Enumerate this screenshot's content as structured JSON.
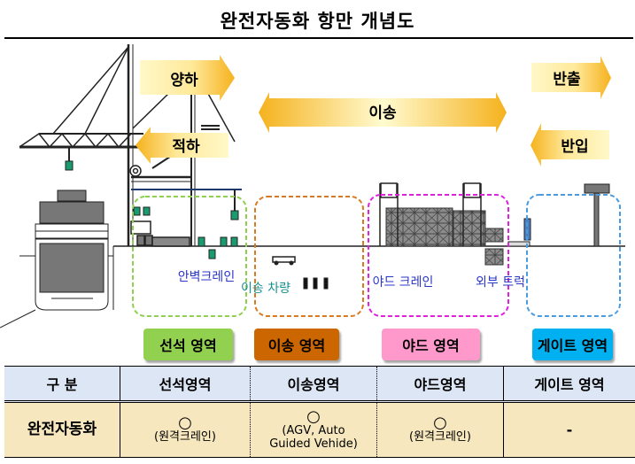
{
  "title": "완전자동화 항만 개념도",
  "arrows": {
    "unload": "양하",
    "load": "적하",
    "transfer": "이송",
    "export": "반출",
    "import": "반입"
  },
  "equipment_labels": {
    "quay_crane": "안벽크레인",
    "transfer_vehicle": "이송 차량",
    "yard_crane": "야드 크레인",
    "external_truck": "외부 트럭"
  },
  "zones": [
    {
      "label": "선석 영역",
      "color": "#92d050",
      "border": "#8fd14f"
    },
    {
      "label": "이송 영역",
      "color": "#cc6600",
      "border": "#d97a20"
    },
    {
      "label": "야드 영역",
      "color": "#ff99cc",
      "border": "#e020e0"
    },
    {
      "label": "게이트 영역",
      "color": "#00b0f0",
      "border": "#4a9be0"
    }
  ],
  "table": {
    "headers": [
      "구 분",
      "선석영역",
      "이송영역",
      "야드영역",
      "게이트 영역"
    ],
    "row": {
      "label": "완전자동화",
      "cells": [
        {
          "mark": "○",
          "note": "(원격크레인)"
        },
        {
          "mark": "○",
          "note": "(AGV, Auto",
          "note2": "Guided Vehide)"
        },
        {
          "mark": "○",
          "note": "(원격크레인)"
        },
        {
          "mark": "",
          "note": "-"
        }
      ]
    }
  }
}
